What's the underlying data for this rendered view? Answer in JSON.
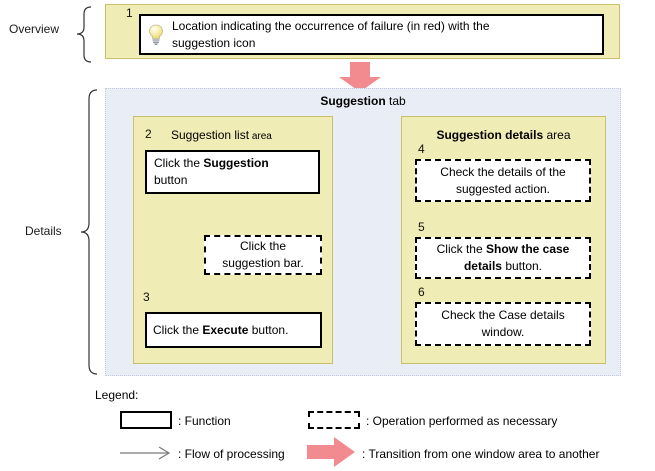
{
  "labels": {
    "overview": "Overview",
    "details": "Details"
  },
  "overview": {
    "number": "1",
    "icon": "suggestion-lightbulb-icon",
    "line1": "Location indicating the occurrence of failure (in red) with the",
    "line2": "suggestion icon"
  },
  "tab": {
    "bold": "Suggestion",
    "rest": " tab"
  },
  "list_area": {
    "number": "2",
    "title": "Suggestion list",
    "suffix": " area",
    "box2": {
      "pre": "Click the ",
      "bold": "Suggestion",
      "line2": "button"
    },
    "suggestion_bar": {
      "line1": "Click the",
      "line2": "suggestion bar."
    },
    "number3": "3",
    "box3": {
      "pre": "Click the ",
      "bold": "Execute",
      "post": " button."
    }
  },
  "details_area": {
    "title": "Suggestion details",
    "suffix": " area",
    "box4": {
      "number": "4",
      "line1": "Check the details of the",
      "line2": "suggested action."
    },
    "box5": {
      "number": "5",
      "pre": "Click the ",
      "bold1": "Show the case",
      "bold2": "details",
      "post": " button."
    },
    "box6": {
      "number": "6",
      "line1": "Check the Case details",
      "line2": "window."
    }
  },
  "legend": {
    "title": "Legend:",
    "function_label": ": Function",
    "operation_label": ": Operation performed as necessary",
    "flow_label": ": Flow of processing",
    "transition_label": ": Transition from one window area to another"
  },
  "colors": {
    "area_yellow": "#f0ecb5",
    "area_yellow_border": "#c8c06c",
    "panel_blue": "#e9edf6",
    "accent_pink": "#f28b90",
    "flow_line": "#3f3f3f"
  }
}
